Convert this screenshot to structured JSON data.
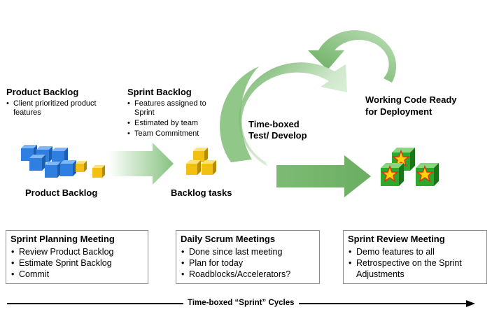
{
  "product_backlog": {
    "title": "Product Backlog",
    "bullets": [
      "Client prioritized product features"
    ],
    "caption": "Product Backlog"
  },
  "sprint_backlog": {
    "title": "Sprint Backlog",
    "bullets": [
      "Features assigned to Sprint",
      "Estimated by team",
      "Team Commitment"
    ],
    "caption": "Backlog tasks"
  },
  "cycle": {
    "label_line1": "Time-boxed",
    "label_line2": "Test/ Develop"
  },
  "working_code": {
    "line1": "Working Code Ready",
    "line2": "for Deployment"
  },
  "boxes": [
    {
      "title": "Sprint Planning Meeting",
      "items": [
        "Review Product Backlog",
        "Estimate Sprint Backlog",
        "Commit"
      ]
    },
    {
      "title": "Daily Scrum Meetings",
      "items": [
        "Done since last meeting",
        "Plan for today",
        "Roadblocks/Accelerators?"
      ]
    },
    {
      "title": "Sprint Review Meeting",
      "items": [
        "Demo features to all",
        "Retrospective on the Sprint Adjustments"
      ]
    }
  ],
  "timeline": {
    "label": "Time-boxed “Sprint” Cycles"
  },
  "colors": {
    "arrow_green": "#8fc58a",
    "arrow_green_light": "#e3f1e1",
    "blue_cube": "#2f7fe0",
    "yellow_cube": "#f2c010",
    "green_cube": "#2ea82a"
  }
}
